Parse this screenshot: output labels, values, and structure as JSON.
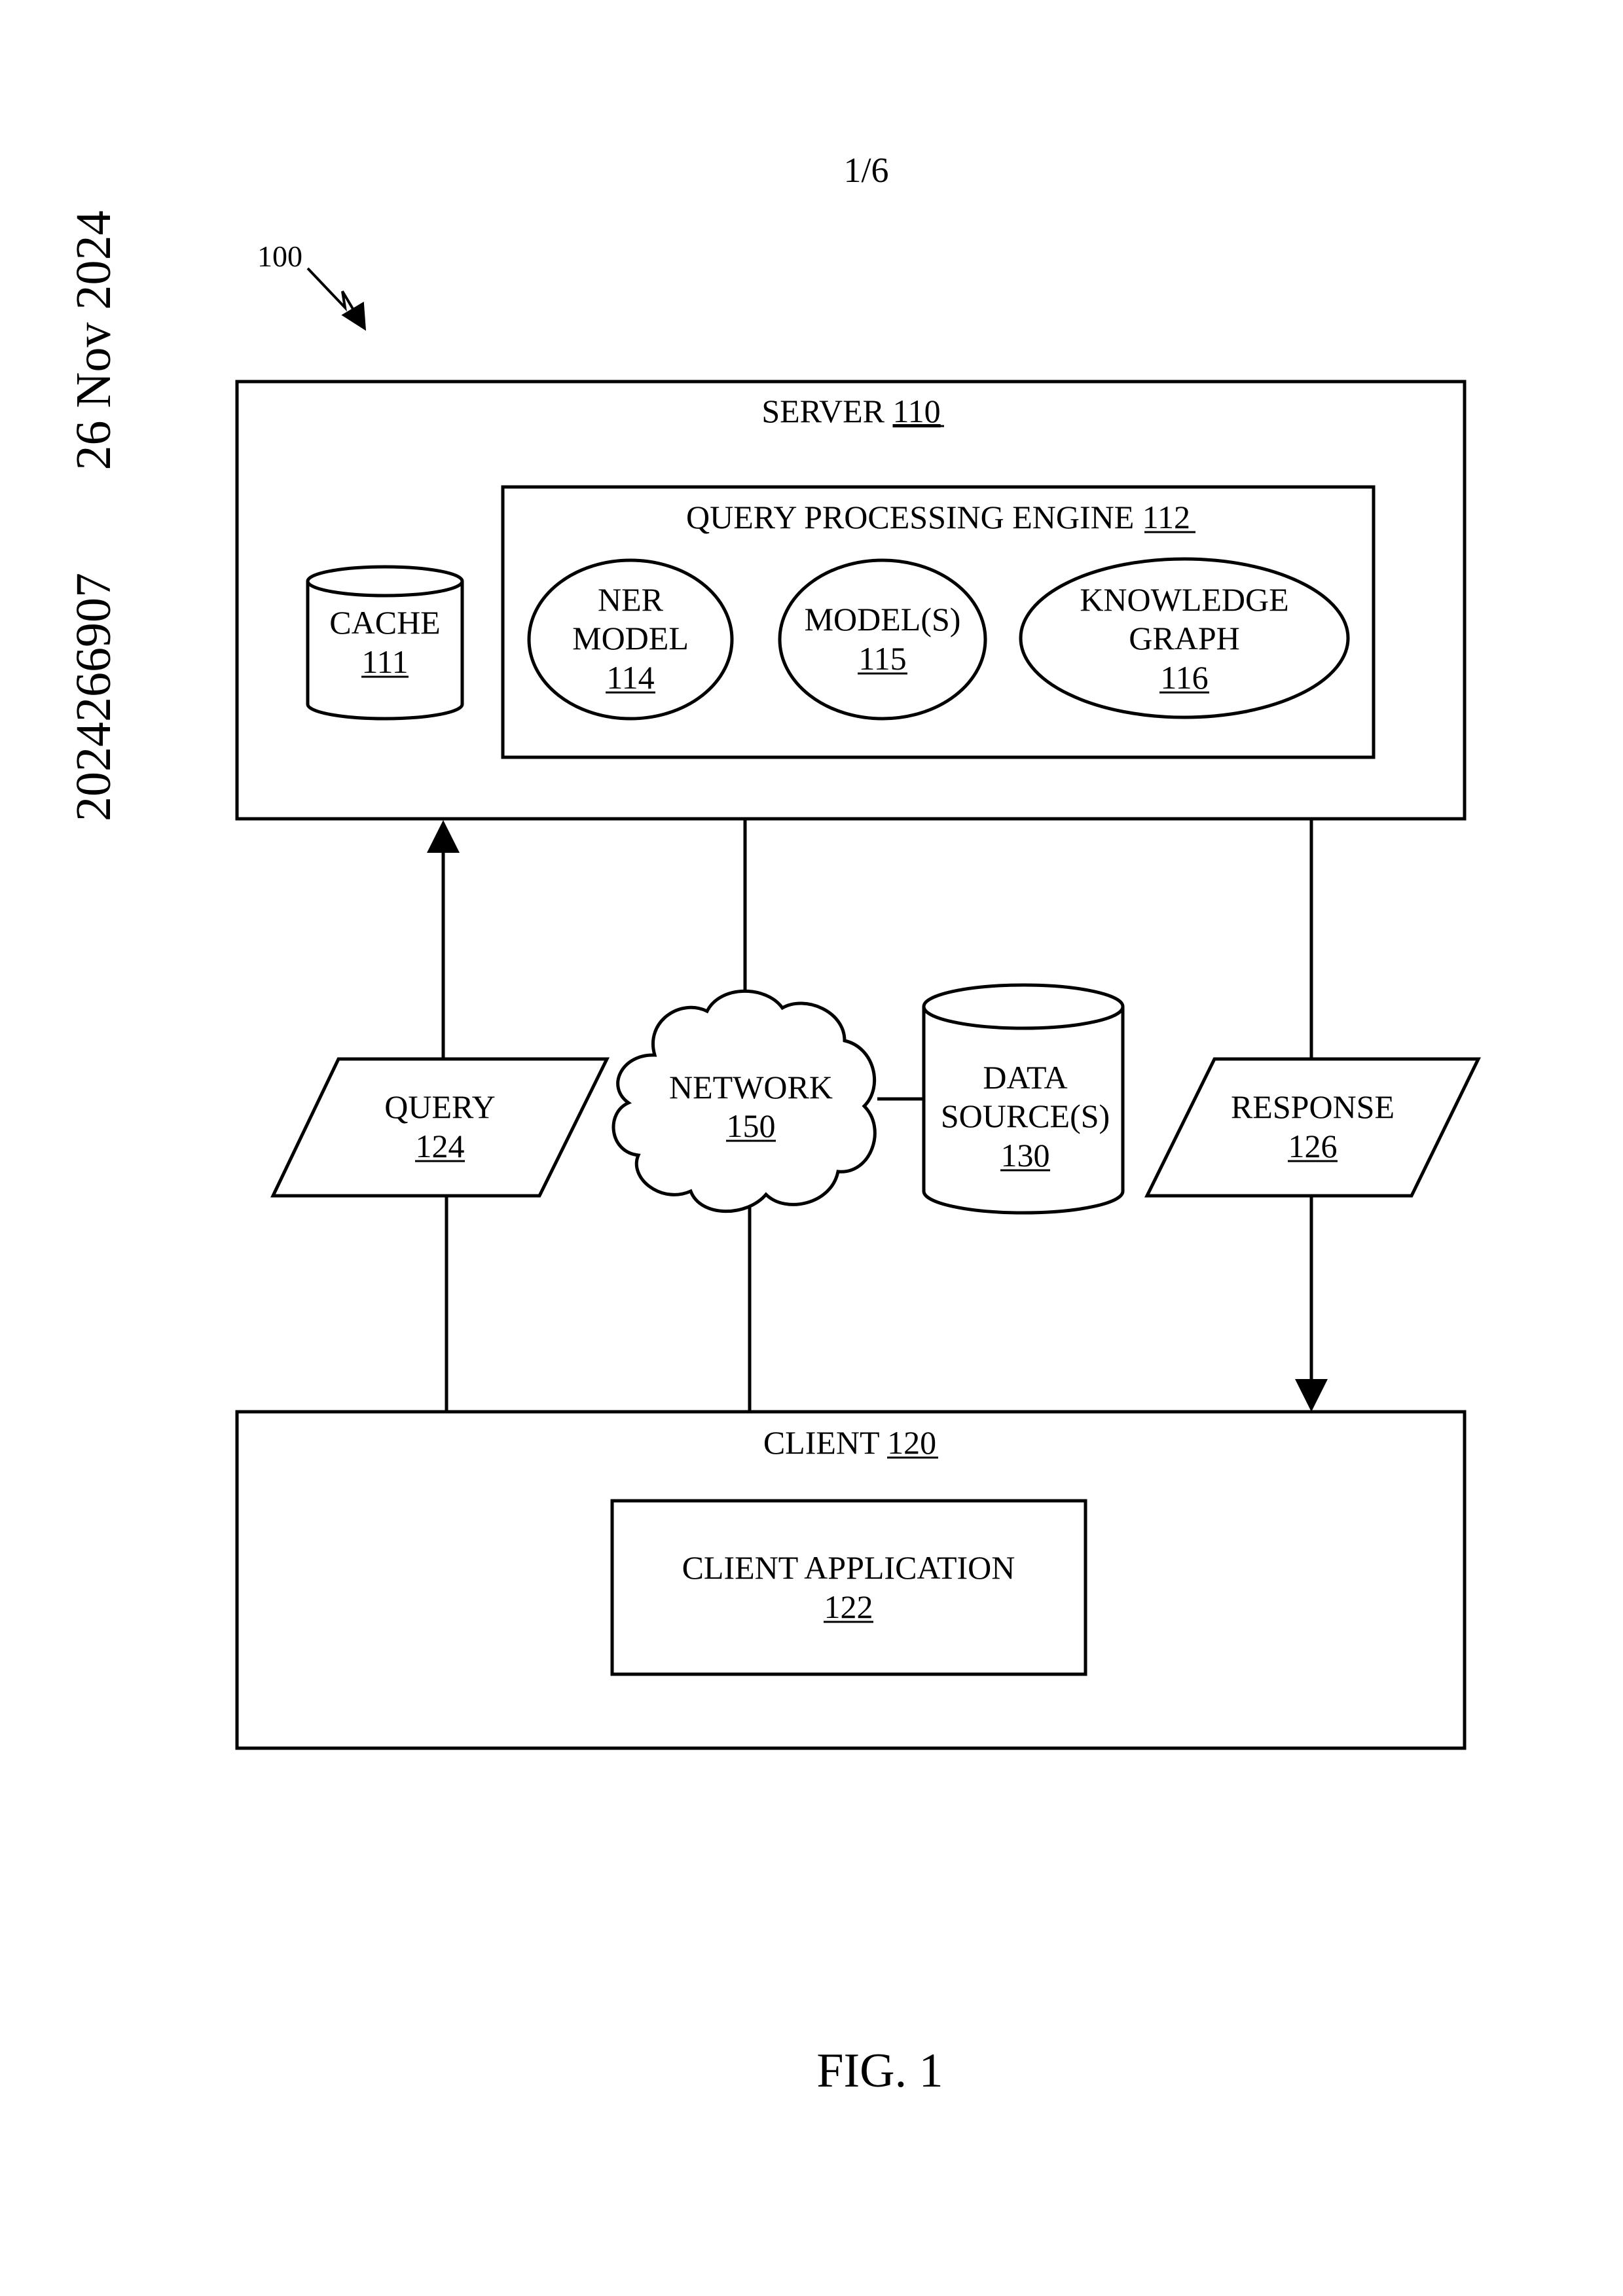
{
  "page": {
    "sheet_number": "1/6",
    "date": "26 Nov 2024",
    "doc_number": "2024266907",
    "figure_ref": "100",
    "figure_caption": "FIG. 1"
  },
  "nodes": {
    "server": {
      "label": "SERVER",
      "ref": "110"
    },
    "query_engine": {
      "label": "QUERY PROCESSING ENGINE",
      "ref": "112"
    },
    "cache": {
      "line1": "CACHE",
      "ref": "111"
    },
    "ner_model": {
      "line1": "NER",
      "line2": "MODEL",
      "ref": "114"
    },
    "models": {
      "line1": "MODEL(S)",
      "ref": "115"
    },
    "knowledge_graph": {
      "line1": "KNOWLEDGE",
      "line2": "GRAPH",
      "ref": "116"
    },
    "query": {
      "line1": "QUERY",
      "ref": "124"
    },
    "network": {
      "line1": "NETWORK",
      "ref": "150"
    },
    "data_sources": {
      "line1": "DATA",
      "line2": "SOURCE(S)",
      "ref": "130"
    },
    "response": {
      "line1": "RESPONSE",
      "ref": "126"
    },
    "client": {
      "label": "CLIENT",
      "ref": "120"
    },
    "client_app": {
      "line1": "CLIENT APPLICATION",
      "ref": "122"
    }
  },
  "connections": [
    {
      "from": "client",
      "to": "server",
      "via": "query",
      "arrow": "to-server"
    },
    {
      "from": "server",
      "to": "network",
      "arrow": "none"
    },
    {
      "from": "network",
      "to": "client",
      "arrow": "none"
    },
    {
      "from": "network",
      "to": "data_sources",
      "arrow": "none"
    },
    {
      "from": "server",
      "to": "client",
      "via": "response",
      "arrow": "to-client"
    }
  ]
}
